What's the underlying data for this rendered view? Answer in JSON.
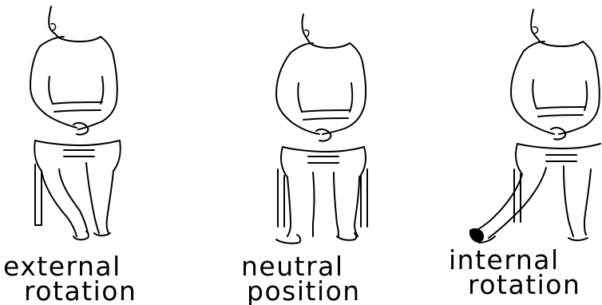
{
  "figures": [
    {
      "id": "external",
      "line1": "external",
      "line2": "rotation"
    },
    {
      "id": "neutral",
      "line1": "neutral",
      "line2": "position"
    },
    {
      "id": "internal",
      "line1": "internal",
      "line2": "rotation"
    }
  ]
}
